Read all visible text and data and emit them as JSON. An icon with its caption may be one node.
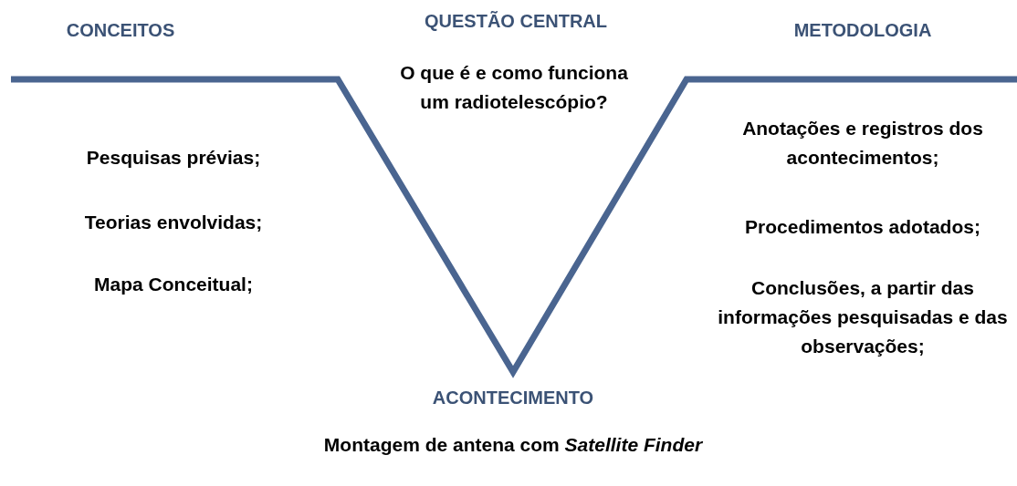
{
  "diagram": {
    "labels": [
      "CONCEITOS",
      "QUESTÃO CENTRAL",
      "METODOLOGIA",
      "O que é e como funciona um radiotelescópio?",
      "Anotações e registros dos acontecimentos;",
      "Pesquisas prévias;",
      "Teorias envolvidas;",
      "Procedimentos adotados;",
      "Mapa Conceitual;",
      "Conclusões, a partir das informações pesquisadas e das observações;",
      "ACONTECIMENTO",
      "Montagem de antena com *Satellite Finder*"
    ]
  }
}
